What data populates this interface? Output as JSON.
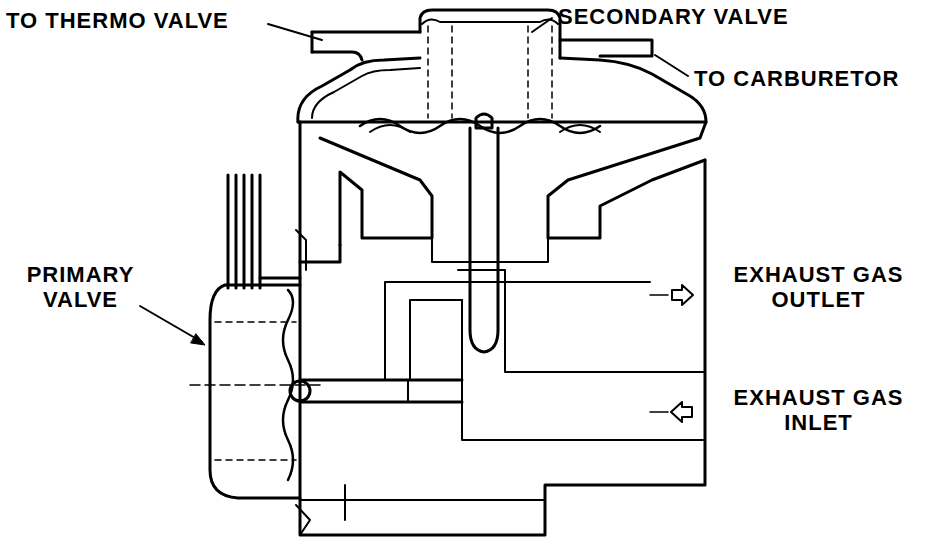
{
  "diagram": {
    "labels": [
      "TO THERMO VALVE",
      "SECONDARY VALVE",
      "TO CARBURETOR",
      "PRIMARY VALVE",
      "EXHAUST GAS OUTLET",
      "EXHAUST GAS INLET"
    ]
  }
}
